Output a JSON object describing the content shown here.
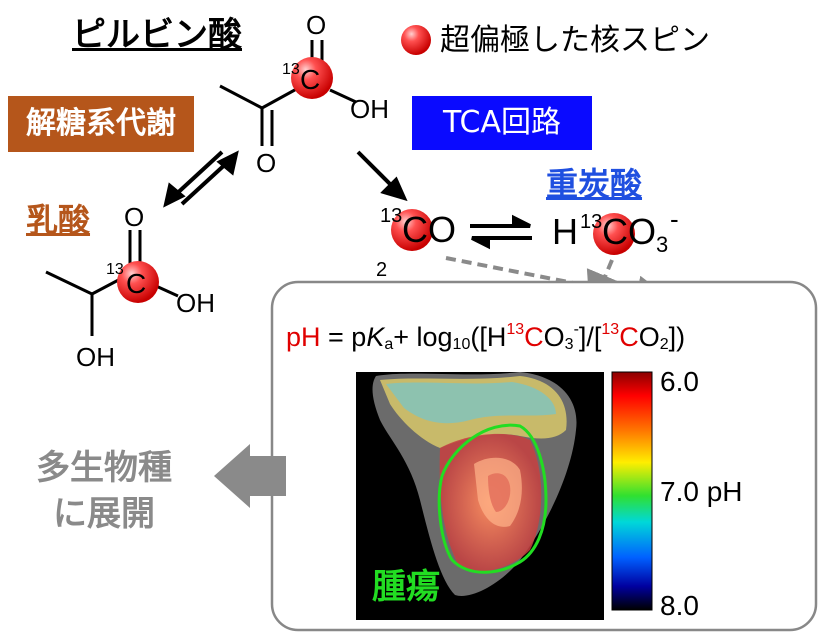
{
  "title": "ピルビン酸",
  "legend": {
    "label": "超偏極した核スピン",
    "marker_color": "#ff2020"
  },
  "glycolysis_label": "解糖系代謝",
  "tca_label": "TCA回路",
  "lactate_label": "乳酸",
  "bicarbonate_label": "重炭酸",
  "pyruvate_atoms": {
    "o_top": "O",
    "isotope": "13",
    "carbon": "C",
    "oh": "OH",
    "o_bottom": "O"
  },
  "lactate_atoms": {
    "o_top": "O",
    "isotope": "13",
    "carbon": "C",
    "oh_right": "OH",
    "oh_bottom": "OH"
  },
  "co2": {
    "isotope": "13",
    "formula": "CO",
    "subscript": "2"
  },
  "bicarbonate": {
    "h": "H",
    "isotope": "13",
    "carbon": "C",
    "rest": "O",
    "subscript": "3",
    "charge": "-"
  },
  "formula": {
    "ph": "pH",
    "equals": " = p",
    "k": "K",
    "k_sub": "a",
    "plus_log": "+ log",
    "log_base": "10",
    "open": "([H",
    "iso1": "13",
    "c1": "C",
    "o3": "O",
    "o3_sub": "3",
    "minus": "-",
    "mid": "]/[",
    "iso2": "13",
    "c2": "C",
    "o2": "O",
    "o2_sub": "2",
    "close": "])"
  },
  "colorbar": {
    "top_label": "6.0",
    "mid_label": "7.0 pH",
    "bottom_label": "8.0"
  },
  "tumor_label": "腫瘍",
  "expand_label_line1": "多生物種",
  "expand_label_line2": "に展開",
  "colors": {
    "glycolysis": "#b5561b",
    "tca": "#0a0aff",
    "bicarbonate": "#1f4fe0",
    "tumor_outline": "#22dd22",
    "expand": "#8a8a8a"
  }
}
